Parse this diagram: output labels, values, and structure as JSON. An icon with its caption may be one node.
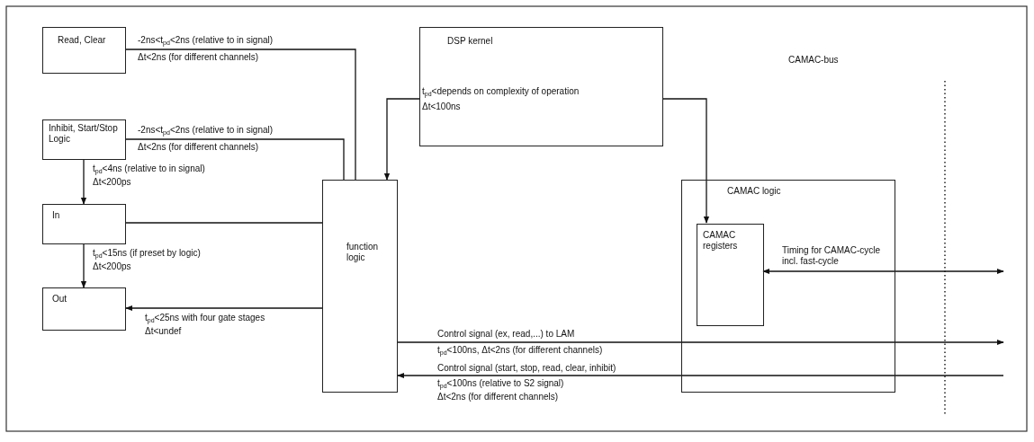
{
  "diagram": {
    "nodes": [
      {
        "text": [
          "Read, Clear"
        ]
      },
      {
        "text": [
          "Inhibit, Start/Stop Logic"
        ]
      },
      {
        "text": [
          "In"
        ]
      },
      {
        "text": [
          "Out"
        ]
      },
      {
        "text": [
          "DSP kernel"
        ]
      },
      {
        "text": [
          "function logic"
        ]
      },
      {
        "text": [
          "CAMAC logic"
        ]
      },
      {
        "text": [
          "CAMAC registers"
        ],
        "in": 6
      }
    ],
    "edges": [
      {
        "from": 0,
        "to": 5,
        "arrow": "none",
        "label": "-2ns<t$_{pd}$<2ns (relative to in signal)"
      },
      {
        "from": 1,
        "to": 5,
        "arrow": "none",
        "label": "-2ns<t$_{pd}$<2ns (relative to in signal)"
      },
      {
        "from": 1,
        "to": 2,
        "arrow": "to",
        "label": "t$_{pd}$<4ns (relative to in signal)"
      },
      {
        "from": 2,
        "to": 3,
        "arrow": "to",
        "label": "t$_{pd}$<15ns (if preset by logic)"
      },
      {
        "from": 2,
        "to": 5,
        "arrow": "none"
      },
      {
        "from": 5,
        "to": 3,
        "arrow": "to",
        "label": "t$_{pd}$<25ns with four gate stages"
      },
      {
        "from": 4,
        "to": 5,
        "arrow": "to",
        "label": "t$_{pd}$<depends on complexity of operation"
      },
      {
        "from": 4,
        "to": 7,
        "arrow": "to"
      },
      {
        "from": 5,
        "to": null,
        "arrow": "to",
        "label": "Control signal (ex, read,...) to LAM"
      },
      {
        "from": null,
        "to": 5,
        "arrow": "to",
        "label": "Control signal (start, stop, read, clear, inhibit)"
      },
      {
        "from": 7,
        "to": null,
        "arrow": "both",
        "label": "Timing for CAMAC-cycle incl. fast-cycle"
      }
    ],
    "labels": [
      "CAMAC-bus",
      "Δt<2ns (for different channels)",
      "Δt<2ns (for different channels)",
      "Δt<200ps",
      "Δt<200ps",
      "Δt<undef",
      "Δt<100ns",
      "t$_{pd}$<100ns, Δt<2ns (for different channels)",
      "t$_{pd}$<100ns (relative to S2 signal)",
      "Δt<2ns (for different channels)"
    ]
  }
}
